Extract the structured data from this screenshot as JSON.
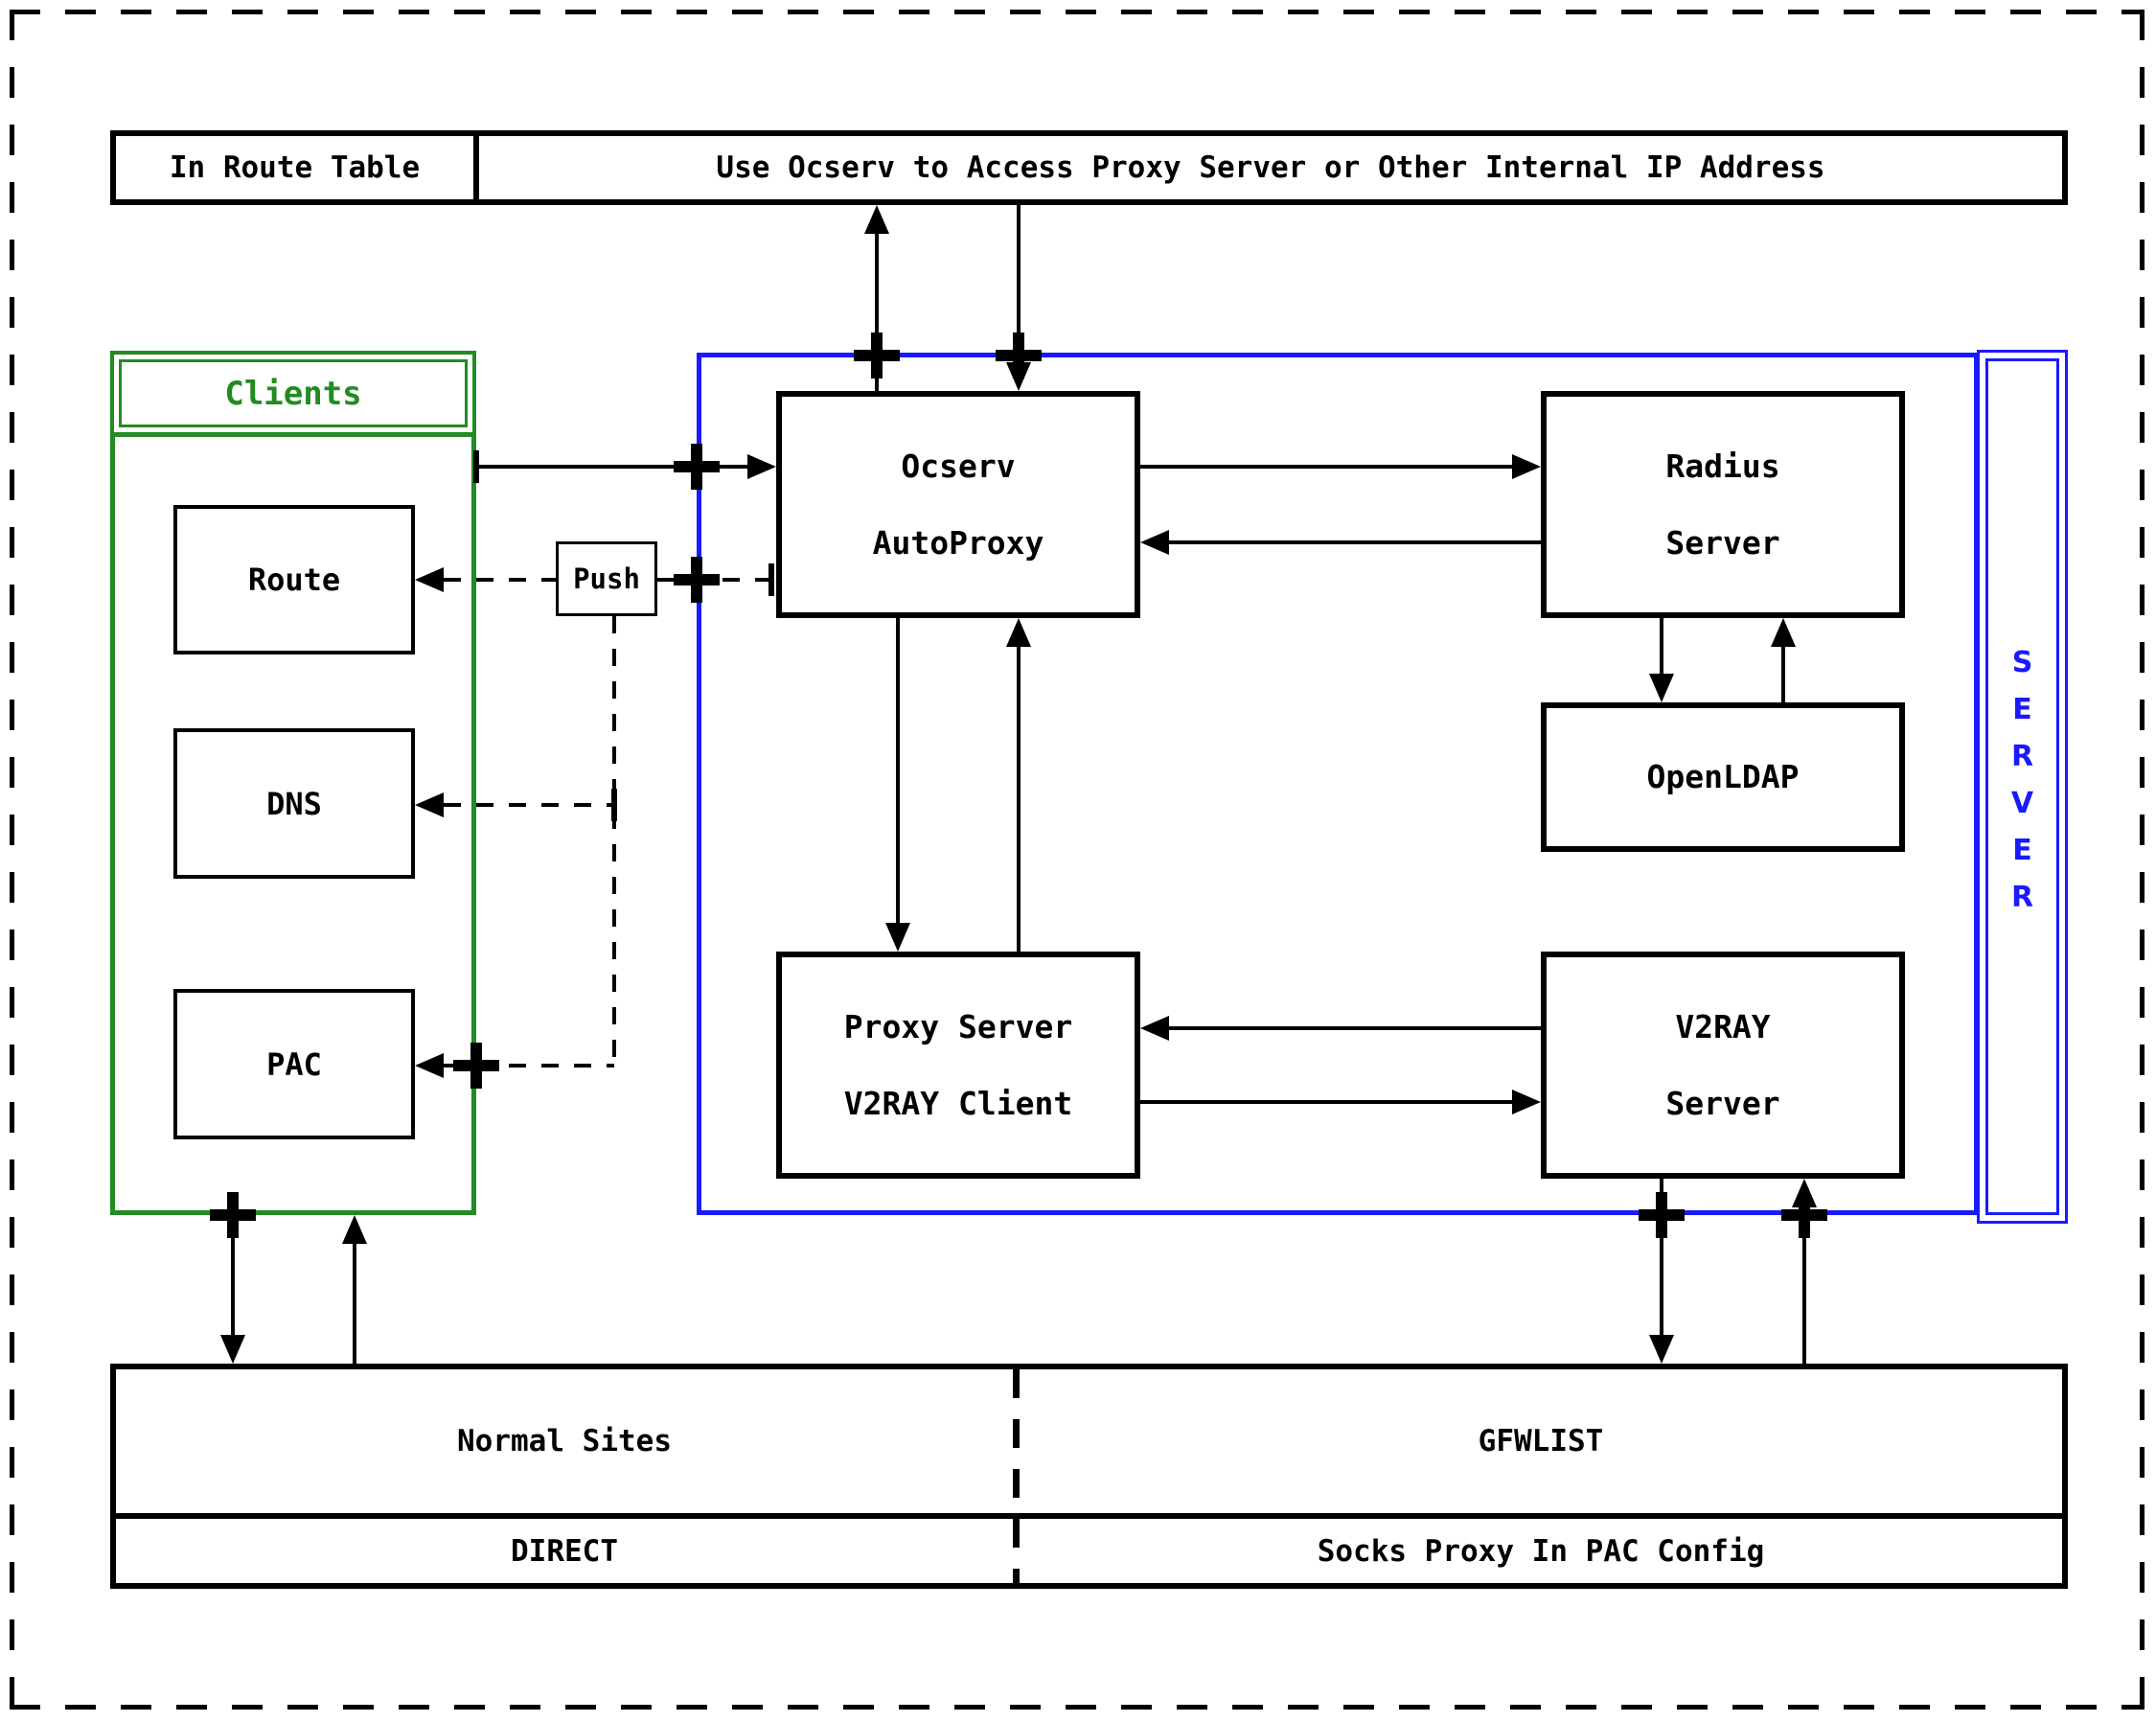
{
  "colors": {
    "line_black": "#000000",
    "clients_green": "#228B22",
    "server_blue": "#1a1aff",
    "background": "#ffffff"
  },
  "top_banner": {
    "left_cell": "In Route Table",
    "right_cell": "Use Ocserv to Access Proxy Server or Other Internal IP Address"
  },
  "clients": {
    "title": "Clients",
    "items": [
      {
        "label": "Route"
      },
      {
        "label": "DNS"
      },
      {
        "label": "PAC"
      }
    ]
  },
  "push": {
    "label": "Push"
  },
  "server_group": {
    "strip_label": "SERVER",
    "nodes": {
      "ocserv": {
        "line1": "Ocserv",
        "line2": "AutoProxy"
      },
      "radius": {
        "line1": "Radius",
        "line2": "Server"
      },
      "openldap": {
        "line1": "OpenLDAP"
      },
      "v2ray_client": {
        "line1": "Proxy Server",
        "line2": "V2RAY Client"
      },
      "v2ray_server": {
        "line1": "V2RAY",
        "line2": "Server"
      }
    }
  },
  "bottom_table": {
    "rows": [
      [
        "Normal Sites",
        "GFWLIST"
      ],
      [
        "DIRECT",
        "Socks Proxy In PAC Config"
      ]
    ]
  }
}
